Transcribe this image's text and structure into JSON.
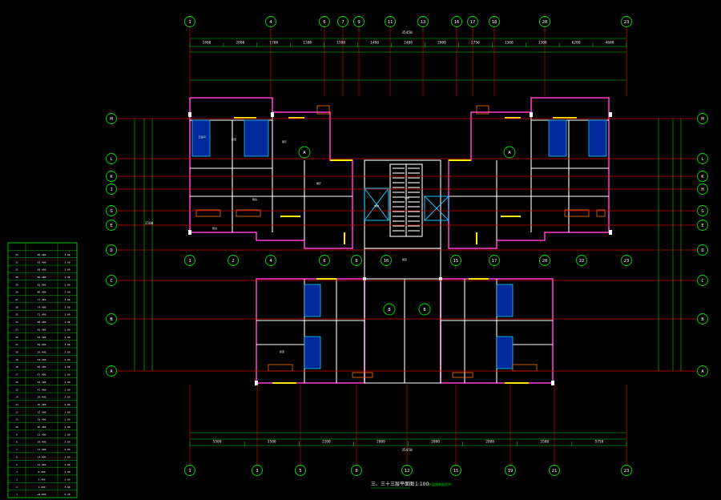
{
  "colors": {
    "background": "#000000",
    "axis_line": "#d40000",
    "dimension_line": "#00d000",
    "wall": "#ff3dd2",
    "glazing": "#ffee00",
    "wet_area": "#002a99",
    "fixture": "#ff7000"
  },
  "axes": {
    "top_columns": [
      "1",
      "4",
      "6",
      "7",
      "9",
      "11",
      "13",
      "16",
      "17",
      "18",
      "20",
      "23"
    ],
    "bottom_columns": [
      "1",
      "3",
      "5",
      "8",
      "12",
      "15",
      "19",
      "21",
      "23"
    ],
    "middle_columns": [
      "1",
      "2",
      "4",
      "6",
      "8",
      "10",
      "15",
      "17",
      "20",
      "22",
      "23"
    ],
    "left_rows": [
      "M",
      "L",
      "K",
      "J",
      "G",
      "E",
      "D",
      "C",
      "B",
      "A"
    ],
    "right_rows": [
      "M",
      "L",
      "K",
      "H",
      "G",
      "E",
      "D",
      "C",
      "B",
      "A"
    ]
  },
  "dimensions": {
    "top_overall": "35450",
    "top_segments": [
      "1800",
      "2800",
      "1700",
      "1300",
      "1500",
      "1400",
      "2400",
      "2800",
      "2750",
      "1300",
      "1500",
      "6200",
      "4600"
    ],
    "bottom_overall": "35450",
    "bottom_segments": [
      "5500",
      "3500",
      "2200",
      "2800",
      "2800",
      "2800",
      "3500",
      "5750"
    ],
    "left_depth": "1500"
  },
  "plan": {
    "unit_tags": [
      "A",
      "A",
      "B",
      "B"
    ],
    "title": "三、三十三层平面图",
    "scale": "1:100",
    "note": "本层建筑面积为：",
    "room_labels": [
      "卧室",
      "卧室",
      "厨房",
      "餐厅",
      "客厅",
      "卫生间",
      "阳台",
      "电梯",
      "楼梯",
      "前室"
    ]
  },
  "level_table": {
    "rows": [
      [
        "33",
        "95.400",
        "3.00"
      ],
      [
        "32",
        "92.400",
        "3.00"
      ],
      [
        "31",
        "89.400",
        "3.00"
      ],
      [
        "30",
        "86.400",
        "3.00"
      ],
      [
        "29",
        "83.400",
        "3.00"
      ],
      [
        "28",
        "80.400",
        "3.00"
      ],
      [
        "27",
        "77.400",
        "3.00"
      ],
      [
        "26",
        "74.400",
        "3.00"
      ],
      [
        "25",
        "71.400",
        "3.00"
      ],
      [
        "24",
        "68.400",
        "3.00"
      ],
      [
        "23",
        "65.400",
        "3.00"
      ],
      [
        "22",
        "62.400",
        "3.00"
      ],
      [
        "21",
        "59.400",
        "3.00"
      ],
      [
        "20",
        "56.400",
        "3.00"
      ],
      [
        "19",
        "53.400",
        "3.00"
      ],
      [
        "18",
        "50.400",
        "3.00"
      ],
      [
        "17",
        "47.400",
        "3.00"
      ],
      [
        "16",
        "44.400",
        "3.00"
      ],
      [
        "15",
        "41.400",
        "3.00"
      ],
      [
        "14",
        "38.400",
        "3.00"
      ],
      [
        "13",
        "35.400",
        "3.00"
      ],
      [
        "12",
        "32.400",
        "3.00"
      ],
      [
        "11",
        "29.400",
        "3.00"
      ],
      [
        "10",
        "26.400",
        "3.00"
      ],
      [
        "9",
        "23.400",
        "3.00"
      ],
      [
        "8",
        "20.400",
        "3.00"
      ],
      [
        "7",
        "17.400",
        "3.00"
      ],
      [
        "6",
        "14.400",
        "3.00"
      ],
      [
        "5",
        "11.400",
        "3.00"
      ],
      [
        "4",
        "8.400",
        "3.00"
      ],
      [
        "3",
        "5.400",
        "3.00"
      ],
      [
        "2",
        "2.400",
        "3.00"
      ],
      [
        "1",
        "±0.000",
        "5.40"
      ]
    ]
  }
}
